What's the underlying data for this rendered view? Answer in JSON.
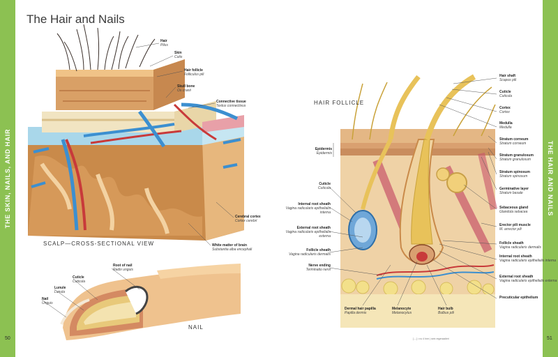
{
  "page_title": "The Hair and Nails",
  "side_tab_left": "THE SKIN, NAILS, AND HAIR",
  "side_tab_right": "THE HAIR AND NAILS",
  "page_number_left": "50",
  "page_number_right": "51",
  "footer_note": "[ -- ] • no 4 hmr | sein regenaalieri",
  "captions": {
    "scalp": "SCALP—CROSS-SECTIONAL VIEW",
    "nail": "NAIL",
    "follicle": "HAIR FOLLICLE"
  },
  "scalp_labels": [
    {
      "en": "Hair",
      "la": "Pilus"
    },
    {
      "en": "Skin",
      "la": "Cutis"
    },
    {
      "en": "Hair follicle",
      "la": "Folliculus pili"
    },
    {
      "en": "Skull bone",
      "la": "Os cranii"
    },
    {
      "en": "Connective tissue",
      "la": "Textus connectivus"
    },
    {
      "en": "Cerebral cortex",
      "la": "Cortex cerebri"
    },
    {
      "en": "White matter of brain",
      "la": "Substantia alba encephali"
    }
  ],
  "nail_labels": [
    {
      "en": "Root of nail",
      "la": "Radix unguis"
    },
    {
      "en": "Cuticle",
      "la": "Cuticula"
    },
    {
      "en": "Lunule",
      "la": "Lunula"
    },
    {
      "en": "Nail",
      "la": "Unguis"
    }
  ],
  "follicle_labels_left": [
    {
      "en": "Epidermis",
      "la": "Epidermis"
    },
    {
      "en": "Cuticle",
      "la": "Cuticula"
    },
    {
      "en": "Internal root sheath",
      "la": "Vagina radicularis epithelialis interna"
    },
    {
      "en": "External root sheath",
      "la": "Vagina radicularis epithelialis externa"
    },
    {
      "en": "Follicle sheath",
      "la": "Vagina radicularis dermalis"
    },
    {
      "en": "Nerve ending",
      "la": "Terminatio nervi"
    }
  ],
  "follicle_labels_bottom": [
    {
      "en": "Dermal hair papilla",
      "la": "Papilla dermis"
    },
    {
      "en": "Melanocyte",
      "la": "Melanocytus"
    },
    {
      "en": "Hair bulb",
      "la": "Bulbus pili"
    }
  ],
  "follicle_labels_right": [
    {
      "en": "Hair shaft",
      "la": "Scapus pili"
    },
    {
      "en": "Cuticle",
      "la": "Cuticula"
    },
    {
      "en": "Cortex",
      "la": "Cortex"
    },
    {
      "en": "Medulla",
      "la": "Medulla"
    },
    {
      "en": "Stratum corneum",
      "la": "Stratum corneum"
    },
    {
      "en": "Stratum granulosum",
      "la": "Stratum granulosum"
    },
    {
      "en": "Stratum spinosum",
      "la": "Stratum spinosum"
    },
    {
      "en": "Germinative layer",
      "la": "Stratum basale"
    },
    {
      "en": "Sebaceous gland",
      "la": "Glandula sebacea"
    },
    {
      "en": "Erector pili muscle",
      "la": "M. arrector pili"
    },
    {
      "en": "Follicle sheath",
      "la": "Vagina radicularis dermalis"
    },
    {
      "en": "Internal root sheath",
      "la": "Vagina radicularis epithelialis interna"
    },
    {
      "en": "External root sheath",
      "la": "Vagina radicularis epithelialis externa"
    },
    {
      "en": "Precuticular epithelium",
      "la": ""
    }
  ],
  "colors": {
    "tab_green": "#8cc152",
    "skin_tan": "#d9a066",
    "vessel_blue": "#3c8fd0",
    "vessel_red": "#c83a3a",
    "bone_cream": "#f1e4c2",
    "hair_gold": "#e8c25a",
    "brain_tan": "#c98a4a"
  }
}
